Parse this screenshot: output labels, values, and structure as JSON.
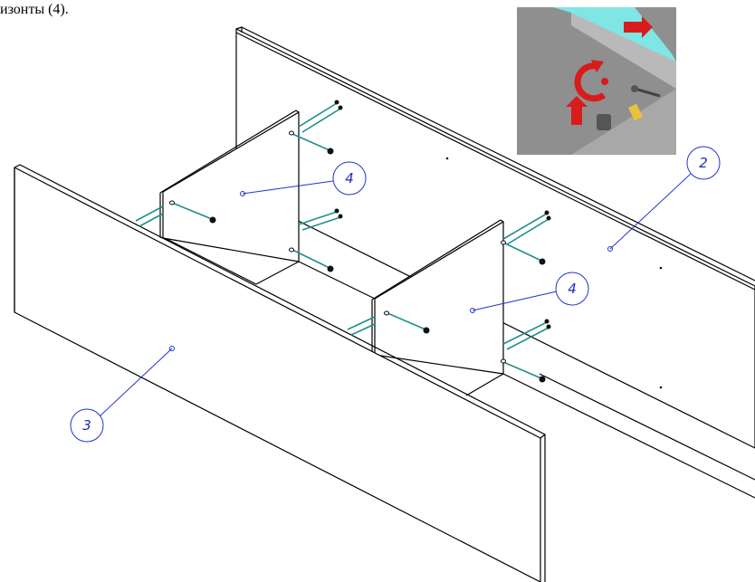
{
  "caption": "изонты (4).",
  "callouts": [
    {
      "id": "panel-2",
      "label": "2"
    },
    {
      "id": "panel-3",
      "label": "3"
    },
    {
      "id": "divider-4a",
      "label": "4"
    },
    {
      "id": "divider-4b",
      "label": "4"
    }
  ],
  "inset": {
    "arrow_color": "#d81c1c",
    "panel_color": "#8f8f8f",
    "edge_color": "#7fe6e6",
    "brass_color": "#e8c23a"
  },
  "colors": {
    "line": "#000000",
    "leader": "#2233cc",
    "dowel": "#1f8f8f"
  }
}
